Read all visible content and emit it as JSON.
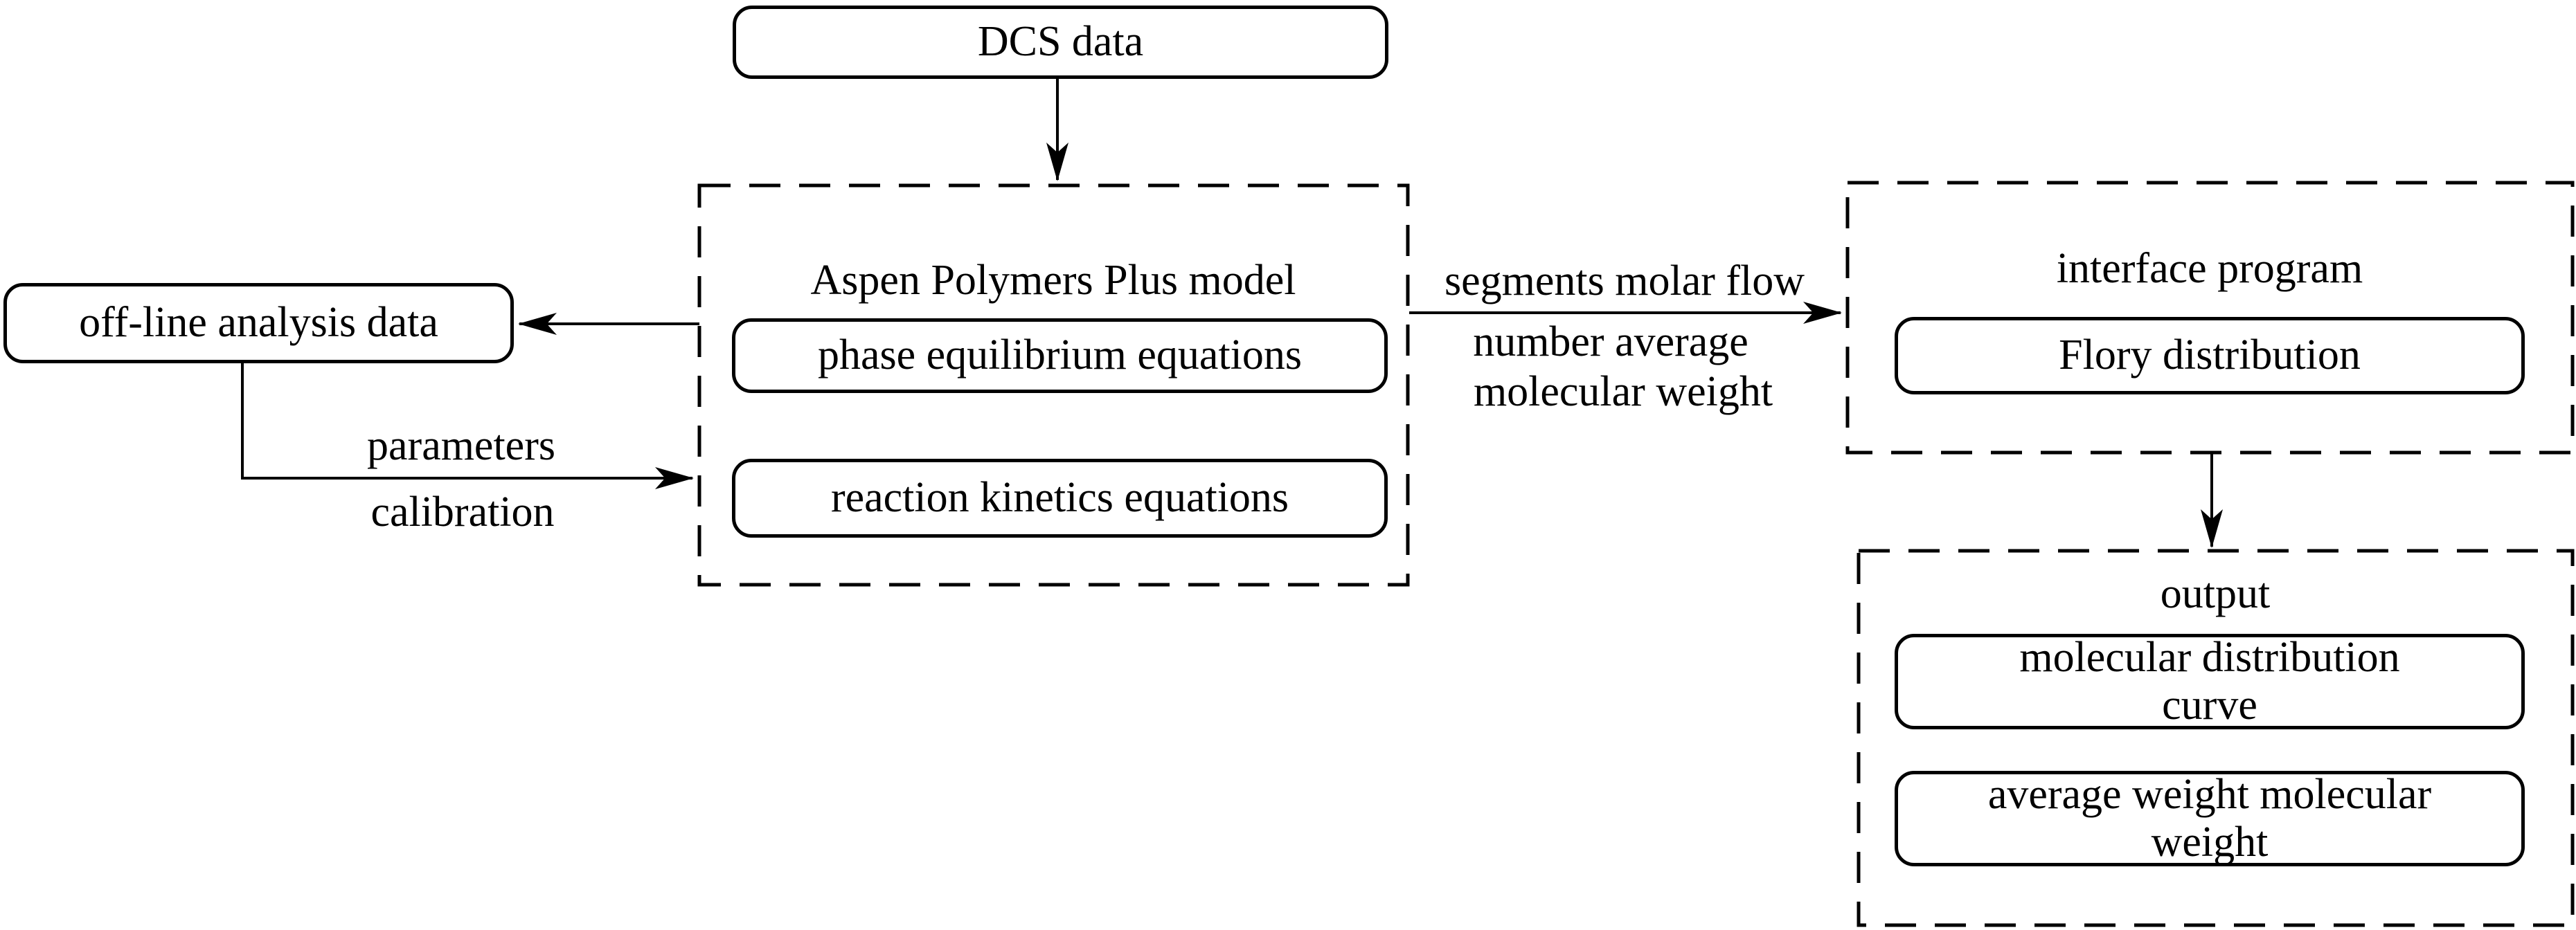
{
  "colors": {
    "stroke": "#000000",
    "background": "#ffffff"
  },
  "nodes": {
    "dcs": {
      "label": "DCS data"
    },
    "offline": {
      "label": "off-line analysis data"
    },
    "aspen": {
      "title": "Aspen Polymers Plus model",
      "phase": {
        "label": "phase equilibrium equations"
      },
      "reaction": {
        "label": "reaction kinetics equations"
      }
    },
    "interface": {
      "title": "interface program",
      "flory": {
        "label": "Flory distribution"
      }
    },
    "output": {
      "title": "output",
      "distribution_curve": {
        "lines": [
          "molecular distribution",
          "curve"
        ]
      },
      "average_weight": {
        "lines": [
          "average weight molecular",
          "weight"
        ]
      }
    }
  },
  "edges": {
    "calibration": {
      "lines": [
        "parameters",
        "calibration"
      ]
    },
    "segments_flow": {
      "lines": [
        "segments molar flow",
        "number average",
        "molecular weight"
      ]
    }
  }
}
